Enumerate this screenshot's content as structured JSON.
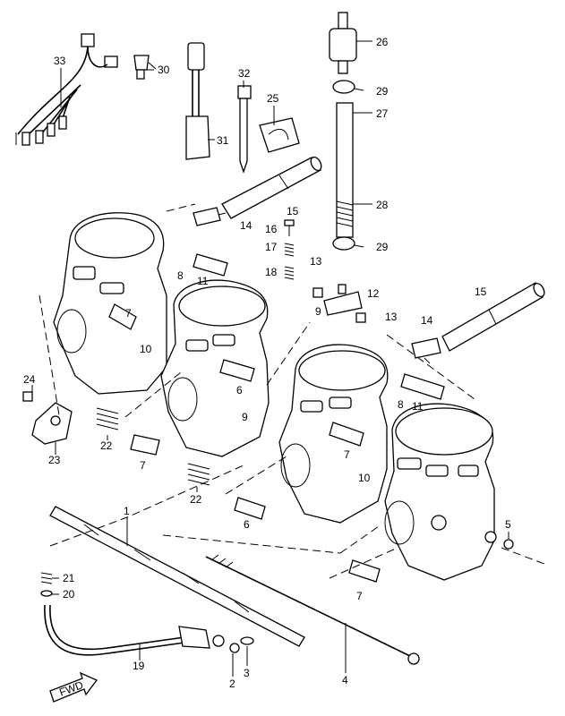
{
  "diagram": {
    "callouts": [
      {
        "id": "c1",
        "text": "1"
      },
      {
        "id": "c2",
        "text": "2"
      },
      {
        "id": "c3",
        "text": "3"
      },
      {
        "id": "c4",
        "text": "4"
      },
      {
        "id": "c5",
        "text": "5"
      },
      {
        "id": "c6a",
        "text": "6"
      },
      {
        "id": "c6b",
        "text": "6"
      },
      {
        "id": "c7a",
        "text": "7"
      },
      {
        "id": "c7b",
        "text": "7"
      },
      {
        "id": "c7c",
        "text": "7"
      },
      {
        "id": "c7d",
        "text": "7"
      },
      {
        "id": "c8a",
        "text": "8"
      },
      {
        "id": "c8b",
        "text": "8"
      },
      {
        "id": "c9a",
        "text": "9"
      },
      {
        "id": "c9b",
        "text": "9"
      },
      {
        "id": "c10a",
        "text": "10"
      },
      {
        "id": "c10b",
        "text": "10"
      },
      {
        "id": "c11a",
        "text": "11"
      },
      {
        "id": "c11b",
        "text": "11"
      },
      {
        "id": "c12",
        "text": "12"
      },
      {
        "id": "c13a",
        "text": "13"
      },
      {
        "id": "c13b",
        "text": "13"
      },
      {
        "id": "c14a",
        "text": "14"
      },
      {
        "id": "c14b",
        "text": "14"
      },
      {
        "id": "c15a",
        "text": "15"
      },
      {
        "id": "c15b",
        "text": "15"
      },
      {
        "id": "c16",
        "text": "16"
      },
      {
        "id": "c17",
        "text": "17"
      },
      {
        "id": "c18",
        "text": "18"
      },
      {
        "id": "c19",
        "text": "19"
      },
      {
        "id": "c20",
        "text": "20"
      },
      {
        "id": "c21",
        "text": "21"
      },
      {
        "id": "c22a",
        "text": "22"
      },
      {
        "id": "c22b",
        "text": "22"
      },
      {
        "id": "c23",
        "text": "23"
      },
      {
        "id": "c24",
        "text": "24"
      },
      {
        "id": "c25",
        "text": "25"
      },
      {
        "id": "c26",
        "text": "26"
      },
      {
        "id": "c27",
        "text": "27"
      },
      {
        "id": "c28",
        "text": "28"
      },
      {
        "id": "c29a",
        "text": "29"
      },
      {
        "id": "c29b",
        "text": "29"
      },
      {
        "id": "c30",
        "text": "30"
      },
      {
        "id": "c31",
        "text": "31"
      },
      {
        "id": "c32",
        "text": "32"
      },
      {
        "id": "c33",
        "text": "33"
      }
    ],
    "fwd_label": "FWD"
  }
}
